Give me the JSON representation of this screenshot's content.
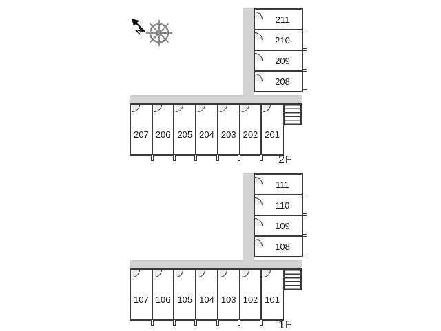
{
  "compass": {
    "north_label": "N"
  },
  "floors": [
    {
      "label": "2F",
      "vertical_rooms": [
        "211",
        "210",
        "209",
        "208"
      ],
      "horizontal_rooms": [
        "207",
        "206",
        "205",
        "204",
        "203",
        "202",
        "201"
      ]
    },
    {
      "label": "1F",
      "vertical_rooms": [
        "111",
        "110",
        "109",
        "108"
      ],
      "horizontal_rooms": [
        "107",
        "106",
        "105",
        "104",
        "103",
        "102",
        "101"
      ]
    }
  ],
  "colors": {
    "bg": "#ffffff",
    "wall": "#3a3a3a",
    "corridor": "#d3d3d3",
    "door": "#ededed",
    "text": "#1a1a1a",
    "compass": "#8a8a8a",
    "arrow": "#111111"
  }
}
